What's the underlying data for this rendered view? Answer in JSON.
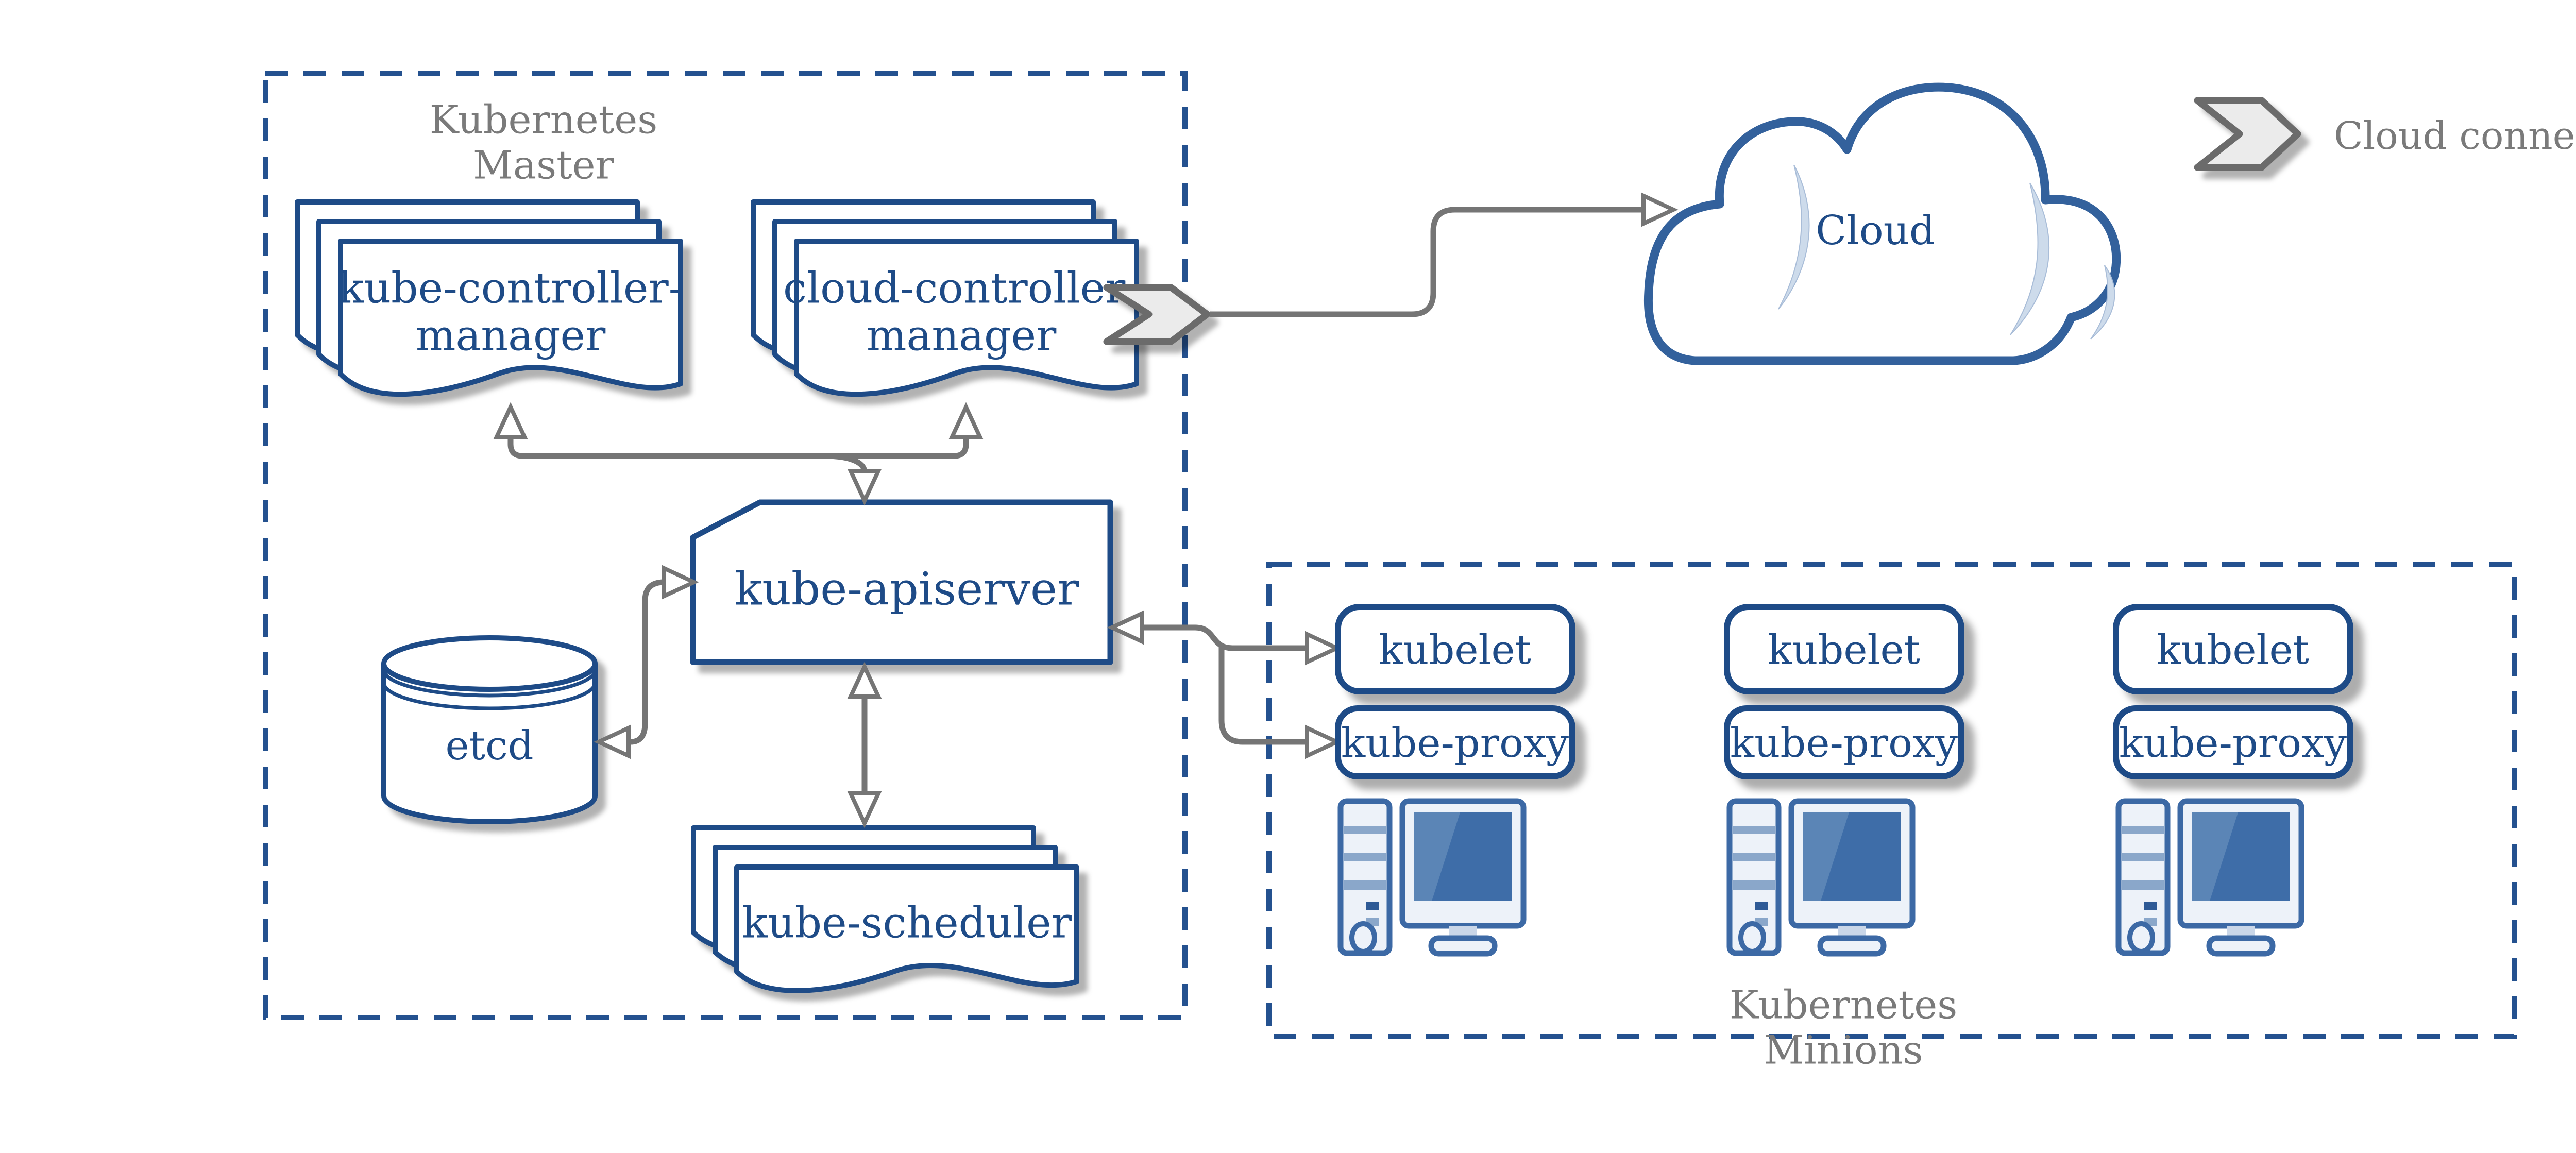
{
  "master": {
    "title_line1": "Kubernetes",
    "title_line2": "Master"
  },
  "nodes": {
    "kube_controller_manager": {
      "line1": "kube-controller-",
      "line2": "manager"
    },
    "cloud_controller_manager": {
      "line1": "cloud-controller-",
      "line2": "manager"
    },
    "kube_apiserver": {
      "label": "kube-apiserver"
    },
    "etcd": {
      "label": "etcd"
    },
    "kube_scheduler": {
      "label": "kube-scheduler"
    },
    "cloud": {
      "label": "Cloud"
    }
  },
  "minions": {
    "title_line1": "Kubernetes",
    "title_line2": "Minions",
    "columns": [
      {
        "kubelet": "kubelet",
        "kube_proxy": "kube-proxy"
      },
      {
        "kubelet": "kubelet",
        "kube_proxy": "kube-proxy"
      },
      {
        "kubelet": "kubelet",
        "kube_proxy": "kube-proxy"
      }
    ]
  },
  "legend": {
    "cloud_connector": "Cloud connector"
  },
  "colors": {
    "node_blue": "#1e4b87",
    "dashed_border_blue": "#24518f",
    "cloud_outline_blue": "#33619c",
    "cloud_accent_blue": "#cddbeb",
    "computer_blue": "#3c69a5",
    "computer_screen_blue": "#3e6da8",
    "computer_screen_highlight": "#6089b8",
    "computer_body_fill": "#edf2f9",
    "computer_stripe_blue": "#8aa7ca",
    "connector_gray": "#757575",
    "label_gray": "#7a7a7a",
    "chevron_fill": "#ebebeb",
    "chevron_stroke": "#6b6b6b",
    "shadow_gray": "#bdbdbd",
    "background": "#ffffff"
  }
}
